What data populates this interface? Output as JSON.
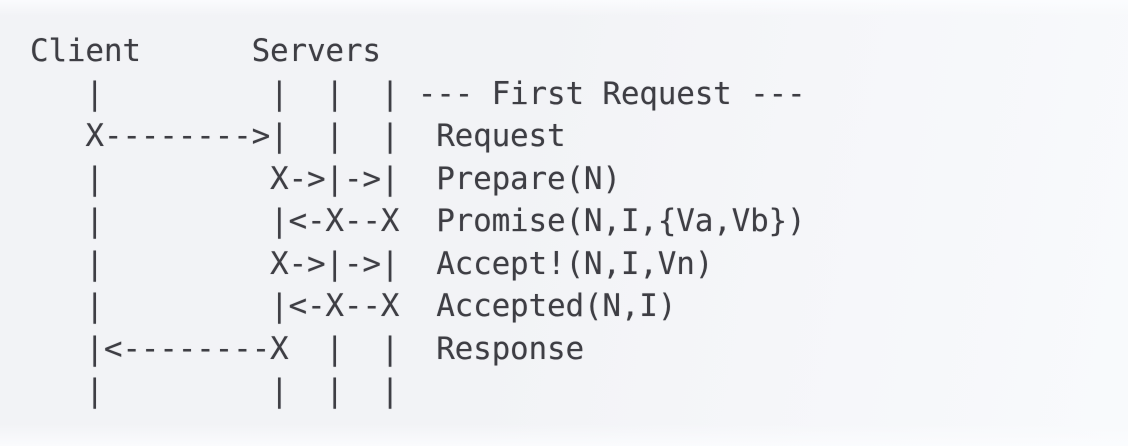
{
  "colors": {
    "background": "#f2f3f6",
    "text": "#3e3e44"
  },
  "diagram": {
    "actors": {
      "client_label": "Client",
      "servers_label": "Servers"
    },
    "phase_label": "--- First Request ---",
    "message_labels": [
      "Request",
      "Prepare(N)",
      "Promise(N,I,{Va,Vb})",
      "Accept!(N,I,Vn)",
      "Accepted(N,I)",
      "Response"
    ],
    "lines": [
      "Client      Servers",
      "   |         |  |  | --- First Request ---",
      "   X-------->|  |  |  Request",
      "   |         X->|->|  Prepare(N)",
      "   |         |<-X--X  Promise(N,I,{Va,Vb})",
      "   |         X->|->|  Accept!(N,I,Vn)",
      "   |         |<-X--X  Accepted(N,I)",
      "   |<--------X  |  |  Response",
      "   |         |  |  |"
    ]
  }
}
